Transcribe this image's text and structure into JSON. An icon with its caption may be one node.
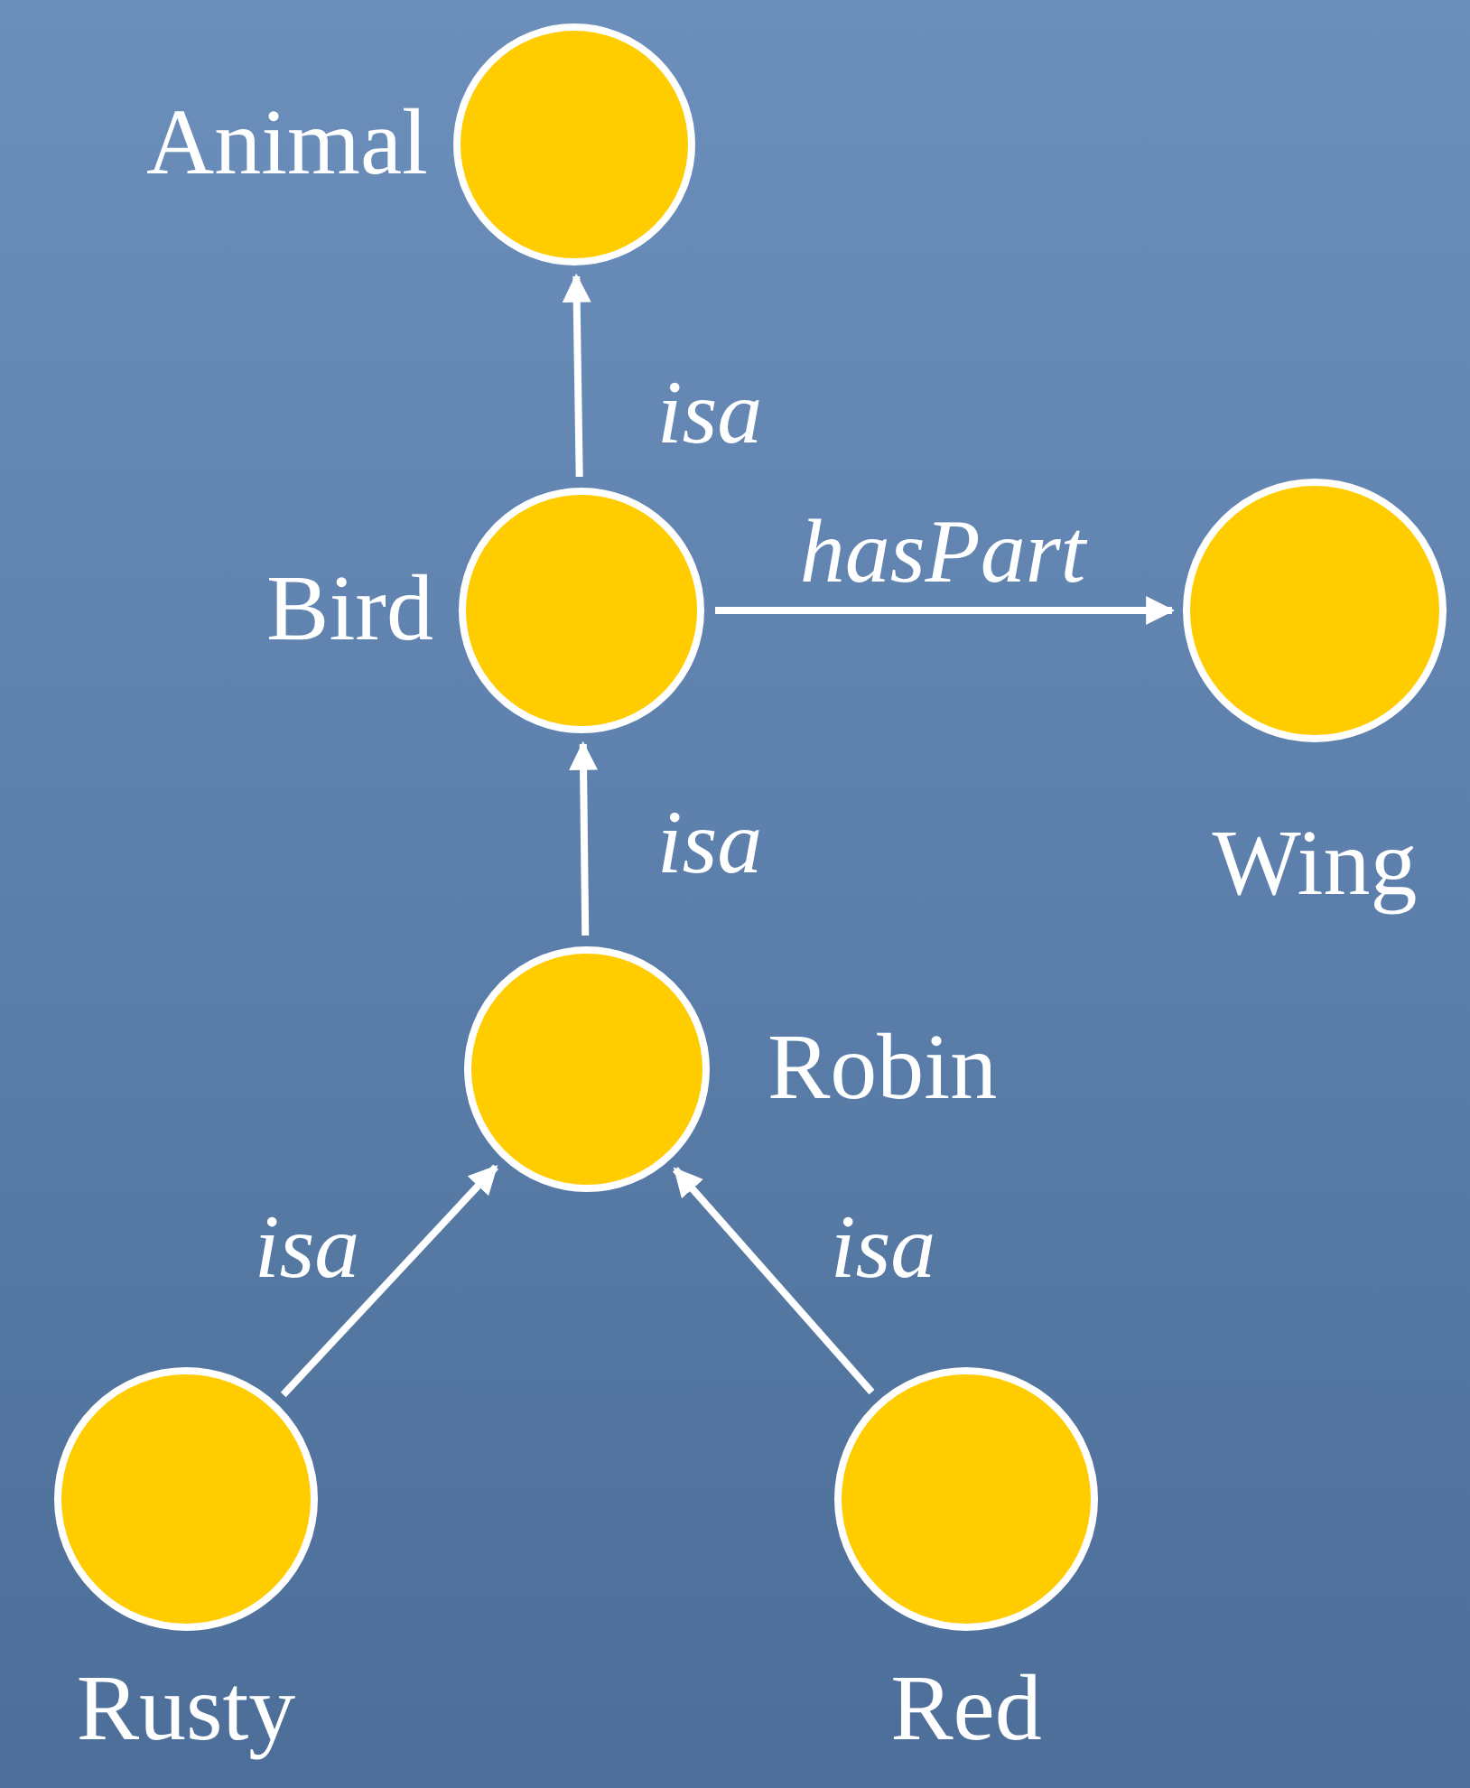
{
  "diagram": {
    "nodes": [
      {
        "text": [
          "Animal"
        ]
      },
      {
        "text": [
          "Bird"
        ]
      },
      {
        "text": [
          "Wing"
        ]
      },
      {
        "text": [
          "Robin"
        ]
      },
      {
        "text": [
          "Rusty"
        ]
      },
      {
        "text": [
          "Red"
        ]
      }
    ],
    "edges": [
      {
        "from": 1,
        "to": 0,
        "arrow": "to",
        "label": "isa"
      },
      {
        "from": 1,
        "to": 2,
        "arrow": "to",
        "label": "hasPart"
      },
      {
        "from": 3,
        "to": 1,
        "arrow": "to",
        "label": "isa"
      },
      {
        "from": 4,
        "to": 3,
        "arrow": "to",
        "label": "isa"
      },
      {
        "from": 5,
        "to": 3,
        "arrow": "to",
        "label": "isa"
      }
    ]
  }
}
